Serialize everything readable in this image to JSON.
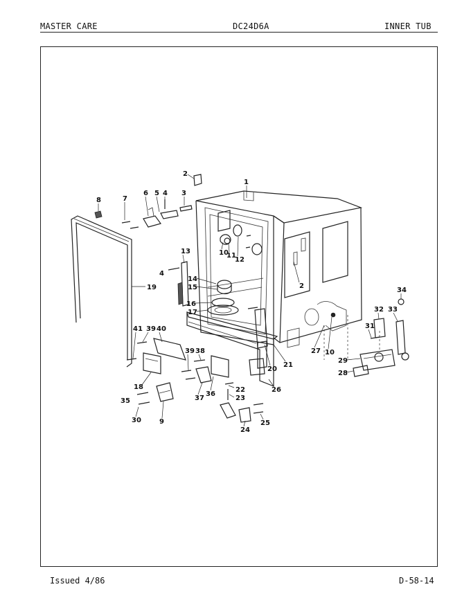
{
  "header": {
    "brand": "MASTER CARE",
    "model": "DC24D6A",
    "section": "INNER TUB"
  },
  "footer": {
    "issued": "Issued 4/86",
    "page_code": "D-58-14"
  },
  "diagram": {
    "callouts": [
      "1",
      "2",
      "2",
      "3",
      "4",
      "4",
      "5",
      "6",
      "7",
      "8",
      "9",
      "10",
      "10",
      "11",
      "12",
      "13",
      "14",
      "15",
      "16",
      "17",
      "18",
      "19",
      "20",
      "21",
      "22",
      "23",
      "24",
      "25",
      "26",
      "27",
      "28",
      "29",
      "30",
      "31",
      "32",
      "33",
      "34",
      "35",
      "36",
      "37",
      "38",
      "39",
      "39",
      "40",
      "41"
    ]
  }
}
